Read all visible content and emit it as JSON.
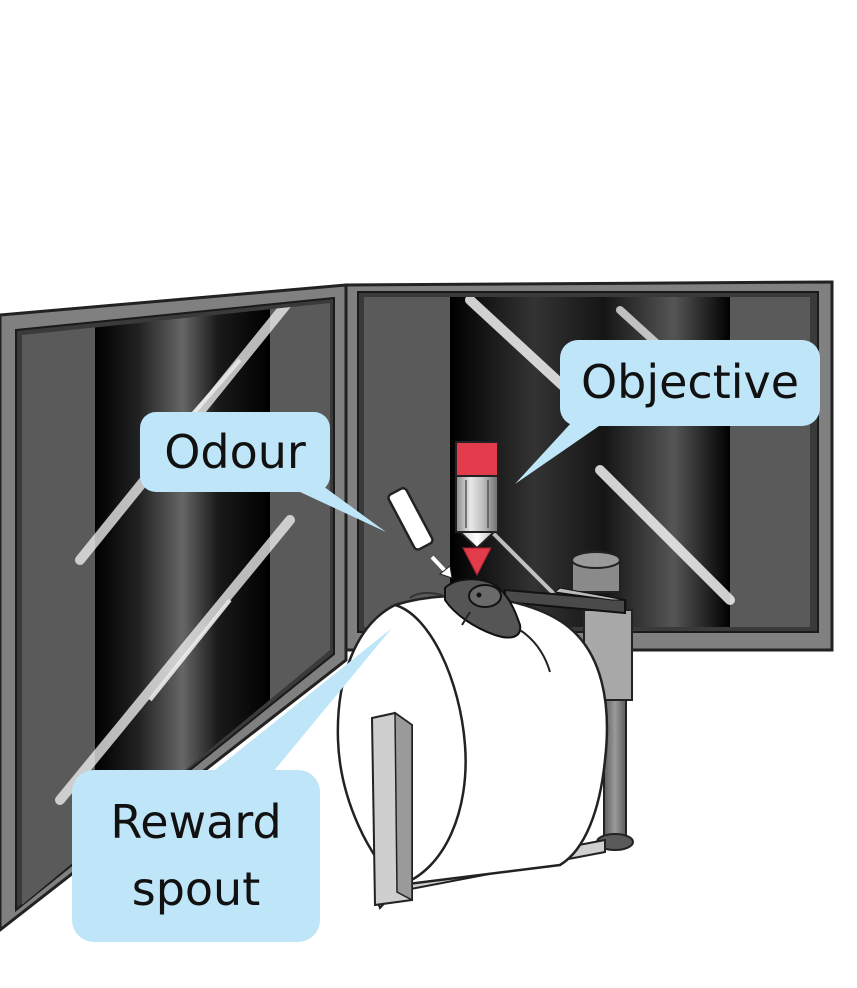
{
  "labels": {
    "objective": "Objective",
    "odour": "Odour",
    "reward_line1": "Reward",
    "reward_line2": "spout"
  },
  "colors": {
    "callout_fill": "#bfe6f8",
    "screen_frame": "#808080",
    "screen_bezel": "#3a3a3a",
    "objective_cap": "#e23b4c",
    "wheel": "#ffffff",
    "outline": "#222222"
  },
  "icons": {
    "screen": "monitor-icon",
    "animal": "mouse-icon",
    "wheel": "treadmill-wheel-icon",
    "objective": "microscope-objective-icon",
    "odour": "odour-tube-icon"
  }
}
